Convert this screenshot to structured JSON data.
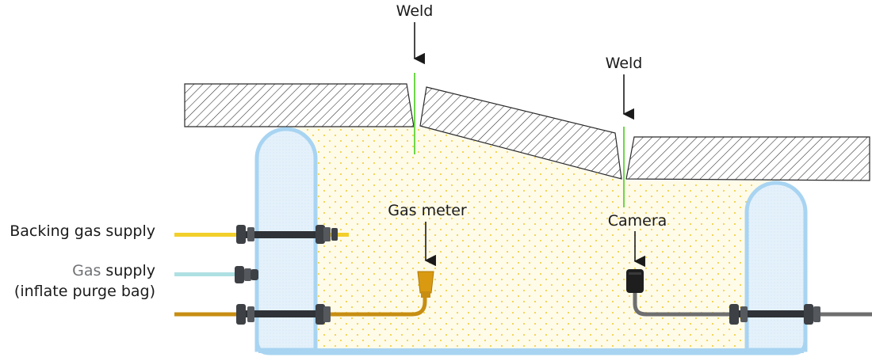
{
  "labels": {
    "weld_left": "Weld",
    "weld_right": "Weld",
    "gas_meter": "Gas meter",
    "camera": "Camera",
    "backing_gas_supply": "Backing gas supply",
    "gas_supply_prefix": "Gas",
    "gas_supply_suffix": " supply",
    "inflate_purge_bag": "(inflate purge bag)"
  },
  "colors": {
    "purge_bag_outline": "#a8d4f2",
    "purge_bag_fill": "#e4f1fb",
    "purge_zone_fill": "#fffbe9",
    "purge_zone_dots": "#f2d24a",
    "weld_line": "#6fd64a",
    "backing_gas_line": "#f2cf2b",
    "gas_supply_line": "#aee0e3",
    "gas_meter_line": "#c78e12",
    "camera_line": "#6e6e6e",
    "grommet": "#3d4044",
    "hatch": "#2b2b2b"
  }
}
